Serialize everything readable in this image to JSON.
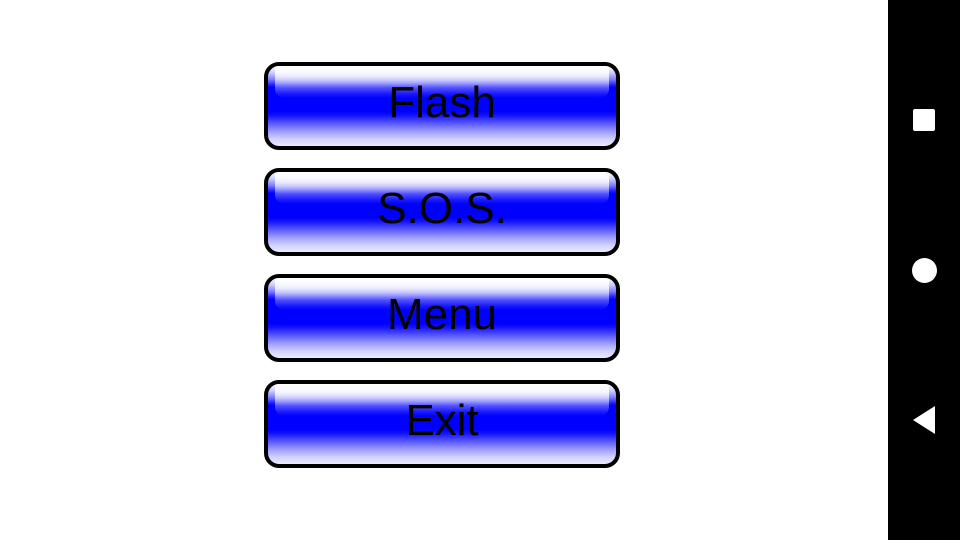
{
  "app": {
    "background_color": "#ffffff",
    "accent_color": "#0000ff",
    "button_border_color": "#000000",
    "button_text_color": "#000000"
  },
  "buttons": [
    {
      "label": "Flash",
      "name": "flash-button"
    },
    {
      "label": "S.O.S.",
      "name": "sos-button"
    },
    {
      "label": "Menu",
      "name": "menu-button"
    },
    {
      "label": "Exit",
      "name": "exit-button"
    }
  ],
  "nav_bar": {
    "background_color": "#000000",
    "icon_color": "#ffffff",
    "items": [
      {
        "icon": "square-icon",
        "name": "recent-apps-button"
      },
      {
        "icon": "circle-icon",
        "name": "home-button"
      },
      {
        "icon": "triangle-left-icon",
        "name": "back-button"
      }
    ]
  }
}
